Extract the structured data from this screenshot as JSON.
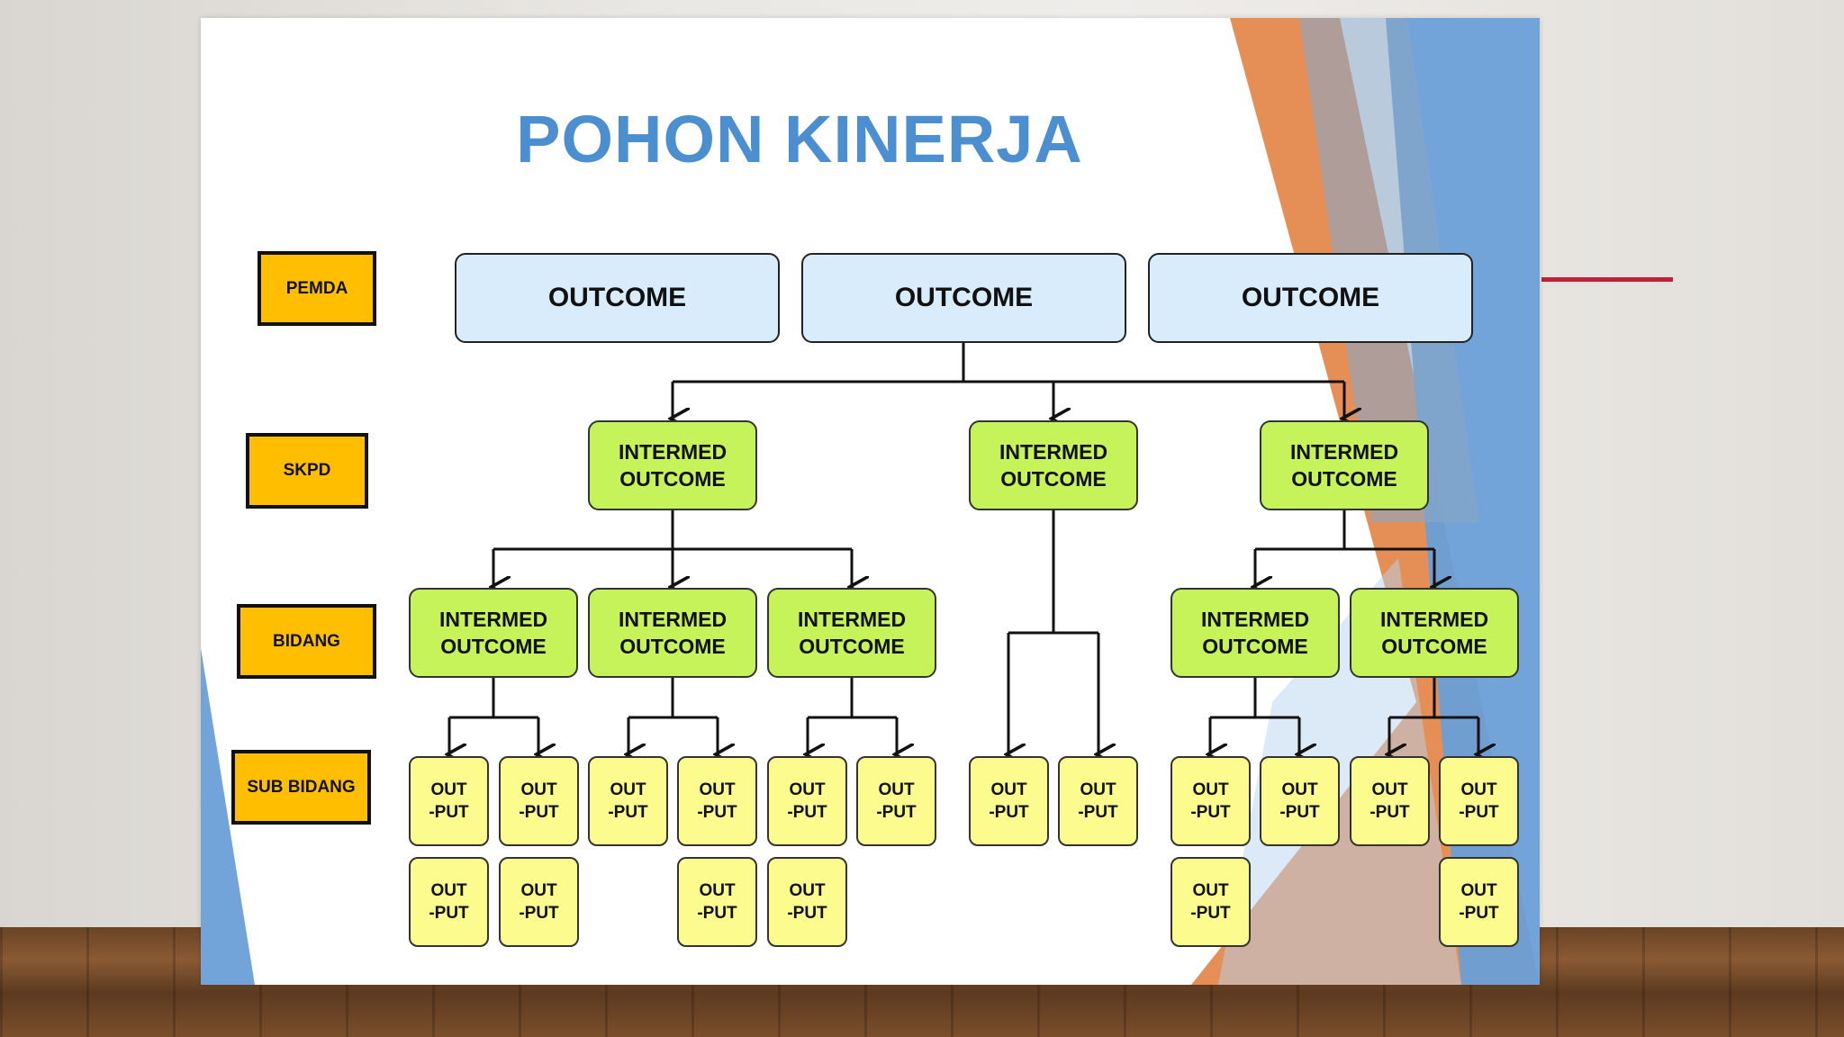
{
  "slide": {
    "title": "POHON KINERJA",
    "colors": {
      "title": "#4b8fd0",
      "level_label": "#ffbf00",
      "outcome": "#d8ecfb",
      "intermediate": "#c6f25a",
      "output": "#fbfb8e",
      "accent_orange": "#e07b3a",
      "accent_blue": "#6a9fd8",
      "accent_line": "#c0213a"
    }
  },
  "levels": [
    "PEMDA",
    "SKPD",
    "BIDANG",
    "SUB BIDANG"
  ],
  "outcomes": [
    "OUTCOME",
    "OUTCOME",
    "OUTCOME"
  ],
  "intermediate": {
    "line1": "INTERMED",
    "line2": "OUTCOME"
  },
  "output": {
    "line1": "OUT",
    "line2": "-PUT"
  }
}
